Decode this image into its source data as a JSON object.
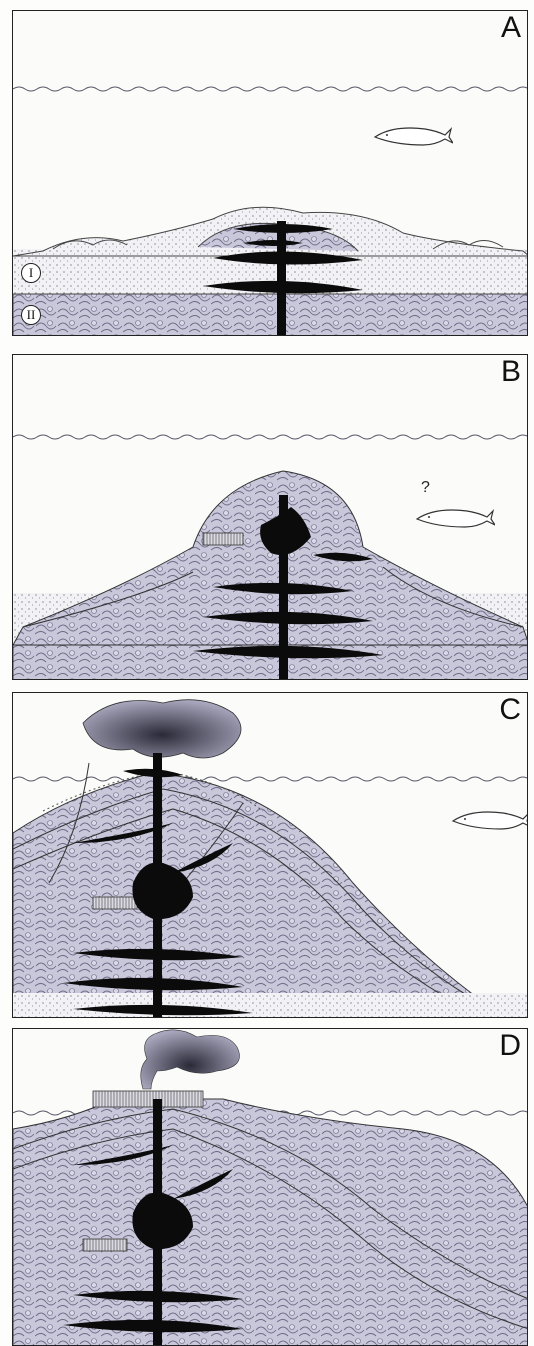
{
  "figure": {
    "panels": [
      {
        "label": "A",
        "units": [
          "I",
          "II"
        ]
      },
      {
        "label": "B",
        "annotation": "?"
      },
      {
        "label": "C"
      },
      {
        "label": "D"
      }
    ]
  },
  "colors": {
    "ink": "#111111",
    "water_line": "#555566",
    "sediment_fill": "#c9c7da",
    "plume": "#5a5870",
    "magma": "#0b0b0b"
  }
}
